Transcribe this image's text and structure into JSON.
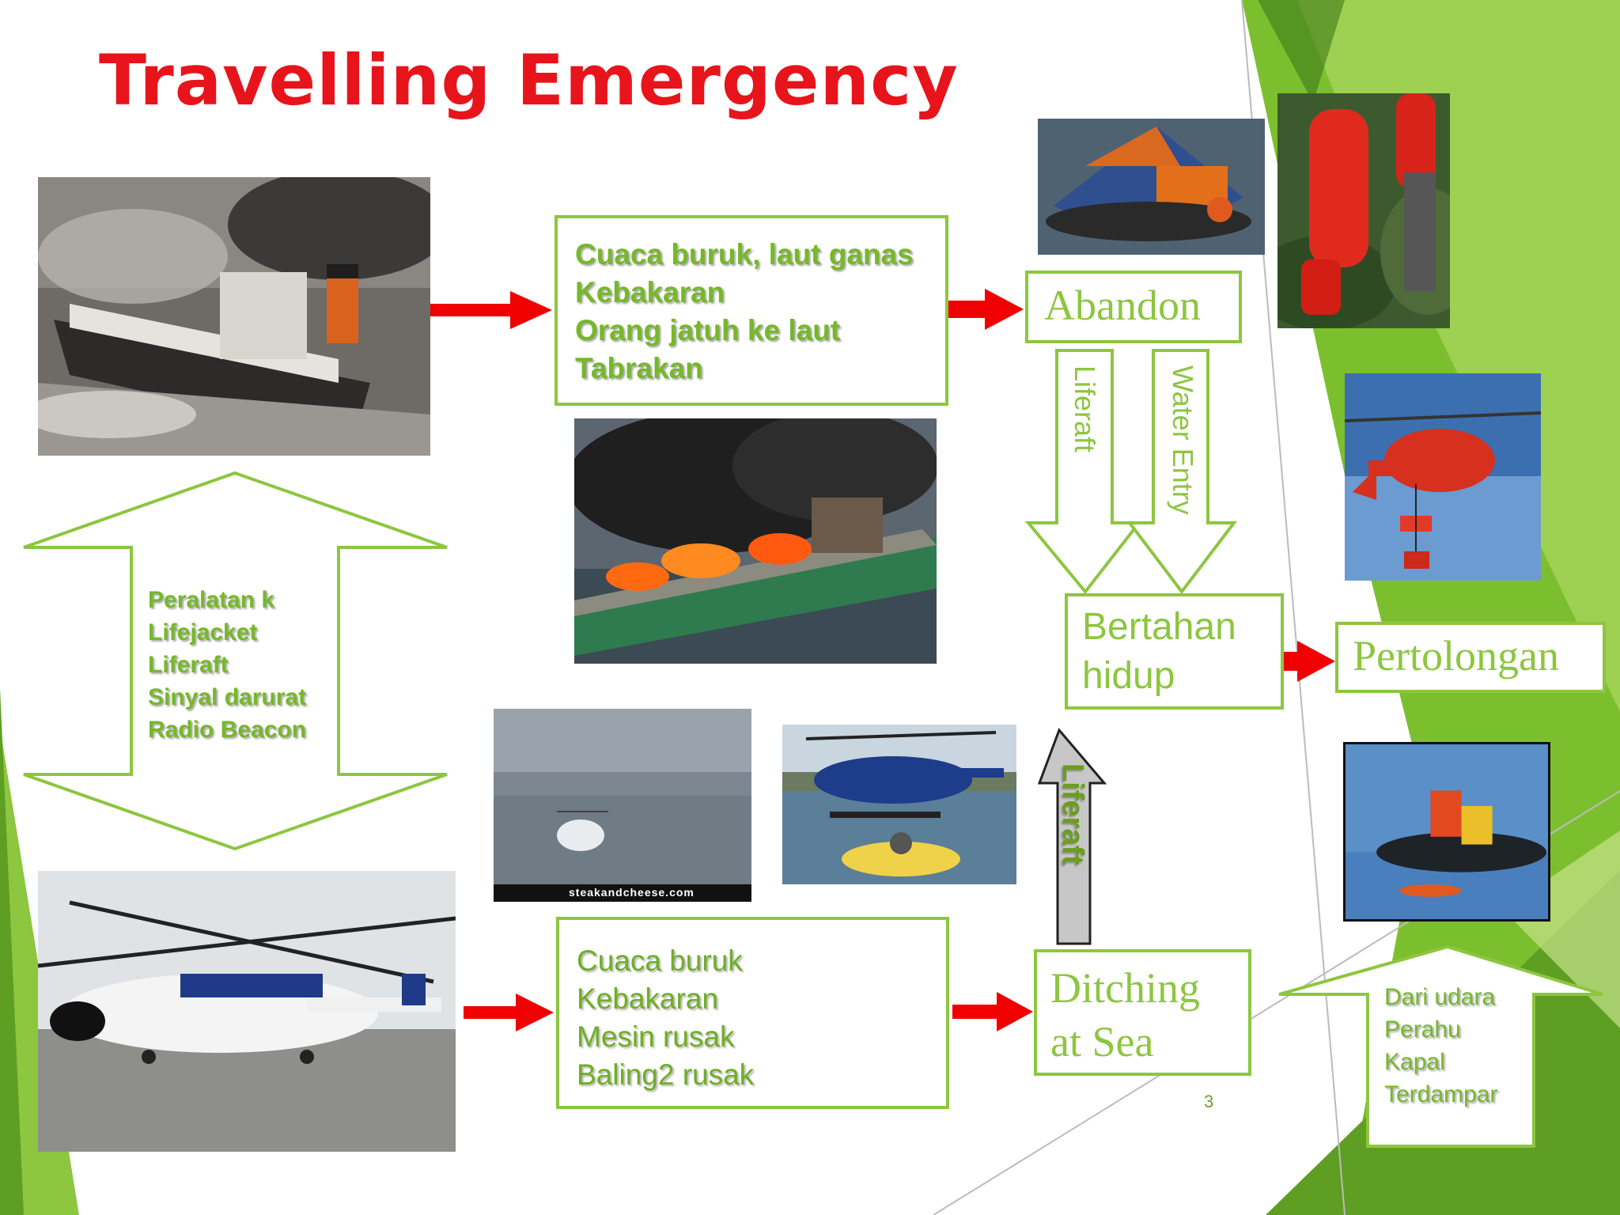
{
  "slide": {
    "title": "Travelling Emergency",
    "page_number": "3",
    "colors": {
      "title": "#e8141b",
      "accent_green": "#8dc63f",
      "arrow_red": "#f00000"
    }
  },
  "ship_causes": {
    "lines": [
      "Cuaca buruk, laut ganas",
      "Kebakaran",
      "Orang jatuh ke laut",
      "Tabrakan"
    ]
  },
  "heli_causes": {
    "lines": [
      "Cuaca buruk",
      "Kebakaran",
      "Mesin rusak",
      "Baling2 rusak"
    ]
  },
  "equipment": {
    "lines": [
      "Peralatan k",
      "Lifejacket",
      "Liferaft",
      "Sinyal darurat",
      "Radio Beacon"
    ]
  },
  "flow": {
    "abandon": "Abandon",
    "liferaft_label": "Liferaft",
    "water_entry_label": "Water Entry",
    "bertahan_line1": "Bertahan",
    "bertahan_line2": "hidup",
    "pertolongan": "Pertolongan",
    "ditching_line1": "Ditching",
    "ditching_line2": "at Sea",
    "liferaft_up_label": "Liferaft"
  },
  "rescue_sources": {
    "lines": [
      "Dari udara",
      "Perahu",
      "Kapal",
      "Terdampar"
    ]
  },
  "photo_watermark": "steakandcheese.com"
}
